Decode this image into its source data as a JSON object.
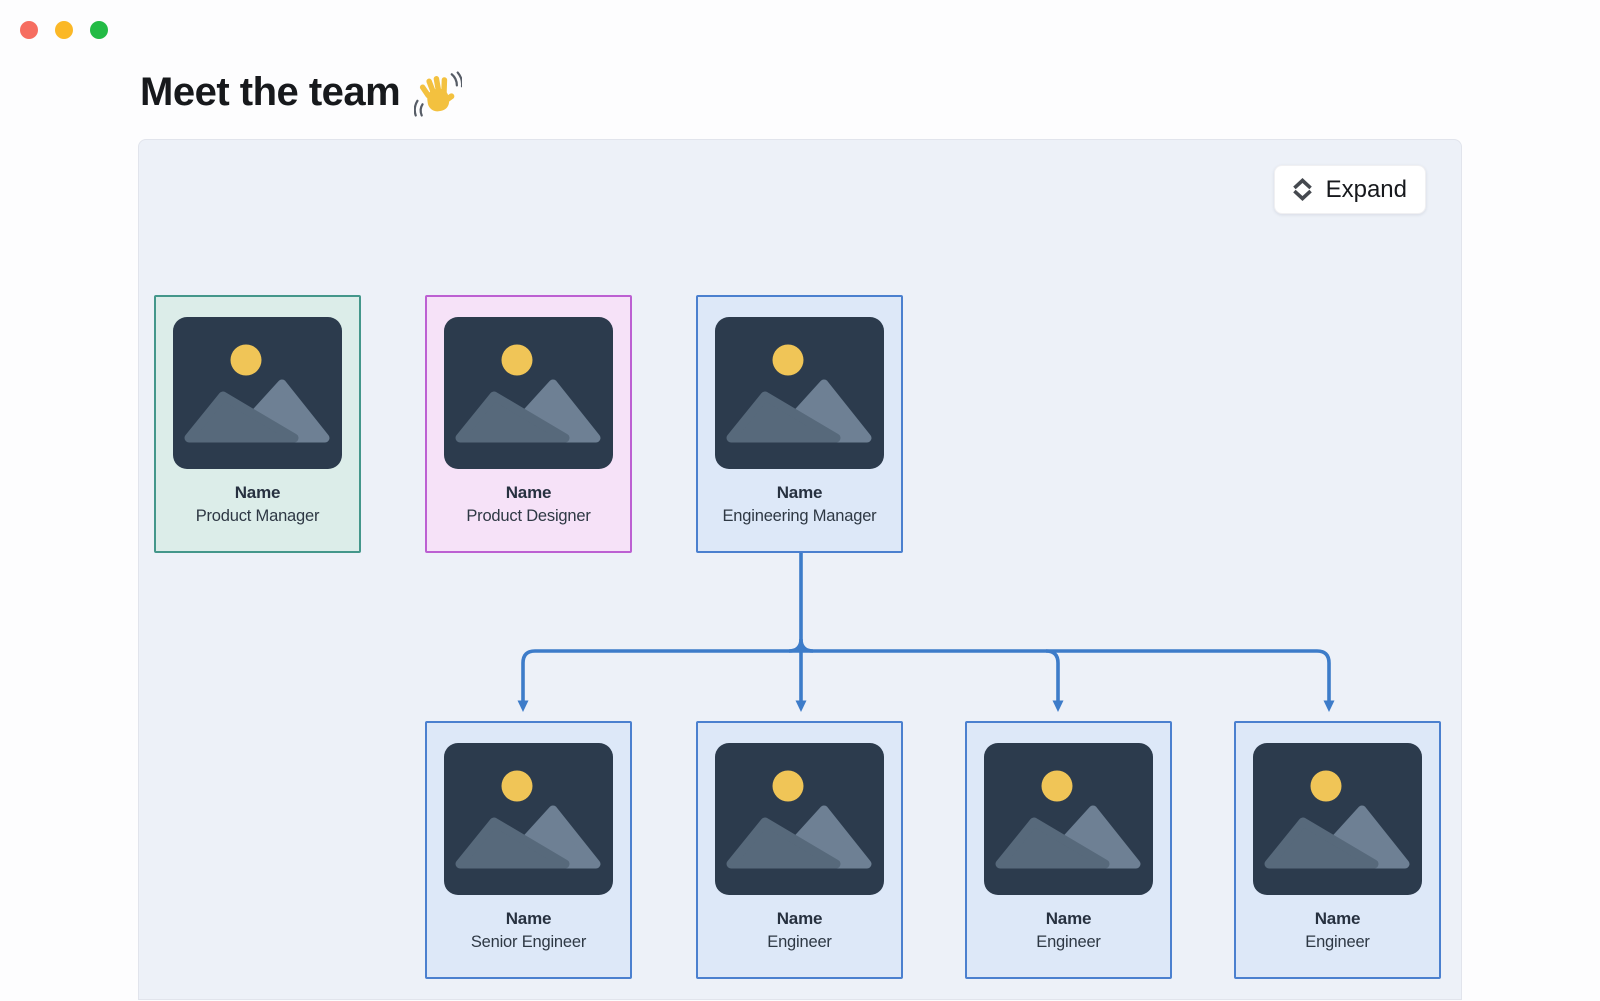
{
  "window": {
    "controls": [
      {
        "name": "close-button",
        "color": "#f66d60"
      },
      {
        "name": "minimize-button",
        "color": "#fbb827"
      },
      {
        "name": "zoom-button",
        "color": "#23bb45"
      }
    ]
  },
  "page": {
    "title": "Meet the team",
    "title_icon": "waving-hand"
  },
  "toolbar": {
    "expand_label": "Expand",
    "expand_icon": "unfold-vertical-chevrons"
  },
  "org_chart": {
    "cards": [
      {
        "id": "product-manager",
        "name": "Name",
        "role": "Product Manager",
        "variant": "teal",
        "row": 0,
        "col": 0
      },
      {
        "id": "product-designer",
        "name": "Name",
        "role": "Product Designer",
        "variant": "pink",
        "row": 0,
        "col": 1
      },
      {
        "id": "engineering-manager",
        "name": "Name",
        "role": "Engineering Manager",
        "variant": "blue",
        "row": 0,
        "col": 2
      },
      {
        "id": "senior-engineer",
        "name": "Name",
        "role": "Senior Engineer",
        "variant": "blue",
        "row": 1,
        "col": 1
      },
      {
        "id": "engineer-1",
        "name": "Name",
        "role": "Engineer",
        "variant": "blue",
        "row": 1,
        "col": 2
      },
      {
        "id": "engineer-2",
        "name": "Name",
        "role": "Engineer",
        "variant": "blue",
        "row": 1,
        "col": 3
      },
      {
        "id": "engineer-3",
        "name": "Name",
        "role": "Engineer",
        "variant": "blue",
        "row": 1,
        "col": 4
      }
    ],
    "edges": [
      {
        "from": "engineering-manager",
        "to": [
          "senior-engineer",
          "engineer-1",
          "engineer-2",
          "engineer-3"
        ]
      }
    ],
    "variants": {
      "teal": {
        "border": "#44978b",
        "bg": "#dcede9"
      },
      "pink": {
        "border": "#bc60d2",
        "bg": "#f6e2f8"
      },
      "blue": {
        "border": "#4b80cf",
        "bg": "#dde8f8"
      }
    },
    "placeholder_colors": {
      "frame": "#2c3b4d",
      "sun": "#f0c557",
      "mountain_front": "#57697b",
      "mountain_back": "#6e8094"
    },
    "connector_color": "#3d7cc9",
    "panel_bg": "#edf1f8"
  }
}
